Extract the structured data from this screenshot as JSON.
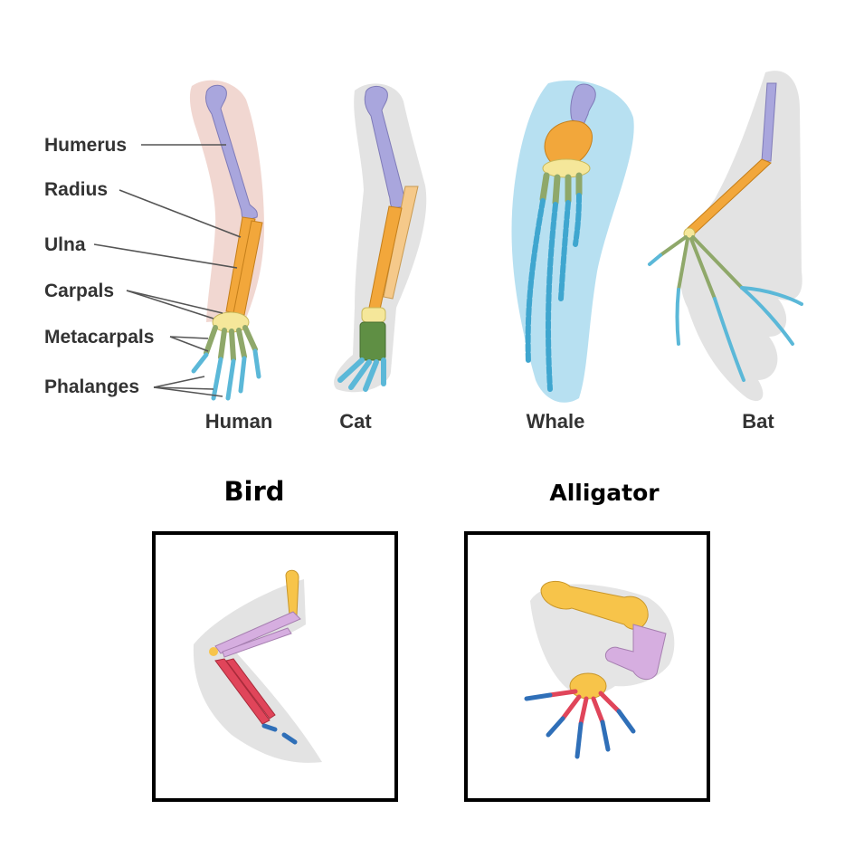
{
  "labels": {
    "humerus": "Humerus",
    "radius": "Radius",
    "ulna": "Ulna",
    "carpals": "Carpals",
    "metacarpals": "Metacarpals",
    "phalanges": "Phalanges"
  },
  "captions": {
    "human": "Human",
    "cat": "Cat",
    "whale": "Whale",
    "bat": "Bat"
  },
  "panels": {
    "bird": "Bird",
    "alligator": "Alligator"
  },
  "colors": {
    "humerus": "#a9a6dd",
    "radius_ulna": "#f2a73b",
    "carpals": "#f5e79a",
    "metacarpals": "#8fa86a",
    "phalanges": "#5bb8d8",
    "skin_human": "#e9c7bf",
    "skin_whale": "#7cc6e6",
    "skin_grey": "#dcdcdc",
    "bird_upper": "#d6aee0",
    "bird_lower": "#e0455a",
    "bird_hand": "#2f6fb8"
  }
}
